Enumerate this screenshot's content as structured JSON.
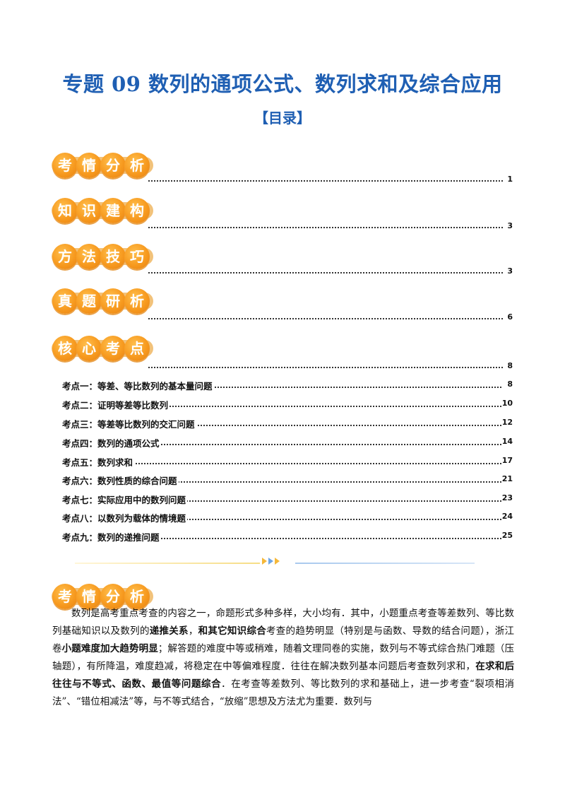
{
  "title": "专题 09  数列的通项公式、数列求和及综合应用",
  "subtitle": "【目录】",
  "badges": [
    {
      "chars": [
        "考",
        "情",
        "分",
        "析"
      ],
      "page": "1"
    },
    {
      "chars": [
        "知",
        "识",
        "建",
        "构"
      ],
      "page": "3"
    },
    {
      "chars": [
        "方",
        "法",
        "技",
        "巧"
      ],
      "page": "3"
    },
    {
      "chars": [
        "真",
        "题",
        "研",
        "析"
      ],
      "page": "6"
    },
    {
      "chars": [
        "核",
        "心",
        "考",
        "点"
      ],
      "page": "8"
    }
  ],
  "toc_items": [
    {
      "label": "考点一：等差、等比数列的基本量问题",
      "page": "8"
    },
    {
      "label": "考点二：证明等差等比数列",
      "page": "10"
    },
    {
      "label": "考点三：等差等比数列的交汇问题",
      "page": "12"
    },
    {
      "label": "考点四：数列的通项公式",
      "page": "14"
    },
    {
      "label": "考点五：数列求和",
      "page": "17"
    },
    {
      "label": "考点六：数列性质的综合问题",
      "page": "21"
    },
    {
      "label": "考点七：实际应用中的数列问题",
      "page": "23"
    },
    {
      "label": "考点八：以数列为载体的情境题",
      "page": "24"
    },
    {
      "label": "考点九：数列的递推问题",
      "page": "25"
    }
  ],
  "section_badge": {
    "chars": [
      "考",
      "情",
      "分",
      "析"
    ]
  },
  "paragraph": {
    "t1": "数列是高考重点考查的内容之一，命题形式多种多样，大小均有．其中，小题重点考查等差数列、等比数列基础知识以及数列的",
    "b1": "递推关系",
    "t2": "，",
    "b2": "和其它知识综合",
    "t3": "考查的趋势明显（特别是与函数、导数的结合问题），浙江卷",
    "b3": "小题难度加大趋势明显",
    "t4": "；解答题的难度中等或稍难，随着文理同卷的实施，数列与不等式综合热门难题（压轴题），有所降温，难度趋减，将稳定在中等偏难程度．往往在解决数列基本问题后考查数列求和，",
    "b4": "在求和后往往与不等式、函数、最值等问题综合",
    "t5": "．在考查等差数列、等比数列的求和基础上，进一步考查“裂项相消法”、“错位相减法”等，与不等式结合，“放缩”思想及方法尤为重要．数列与"
  },
  "colors": {
    "title": "#1f5fb3",
    "badge": "#f79a1f",
    "badge_shadow": "#f2c27a"
  }
}
